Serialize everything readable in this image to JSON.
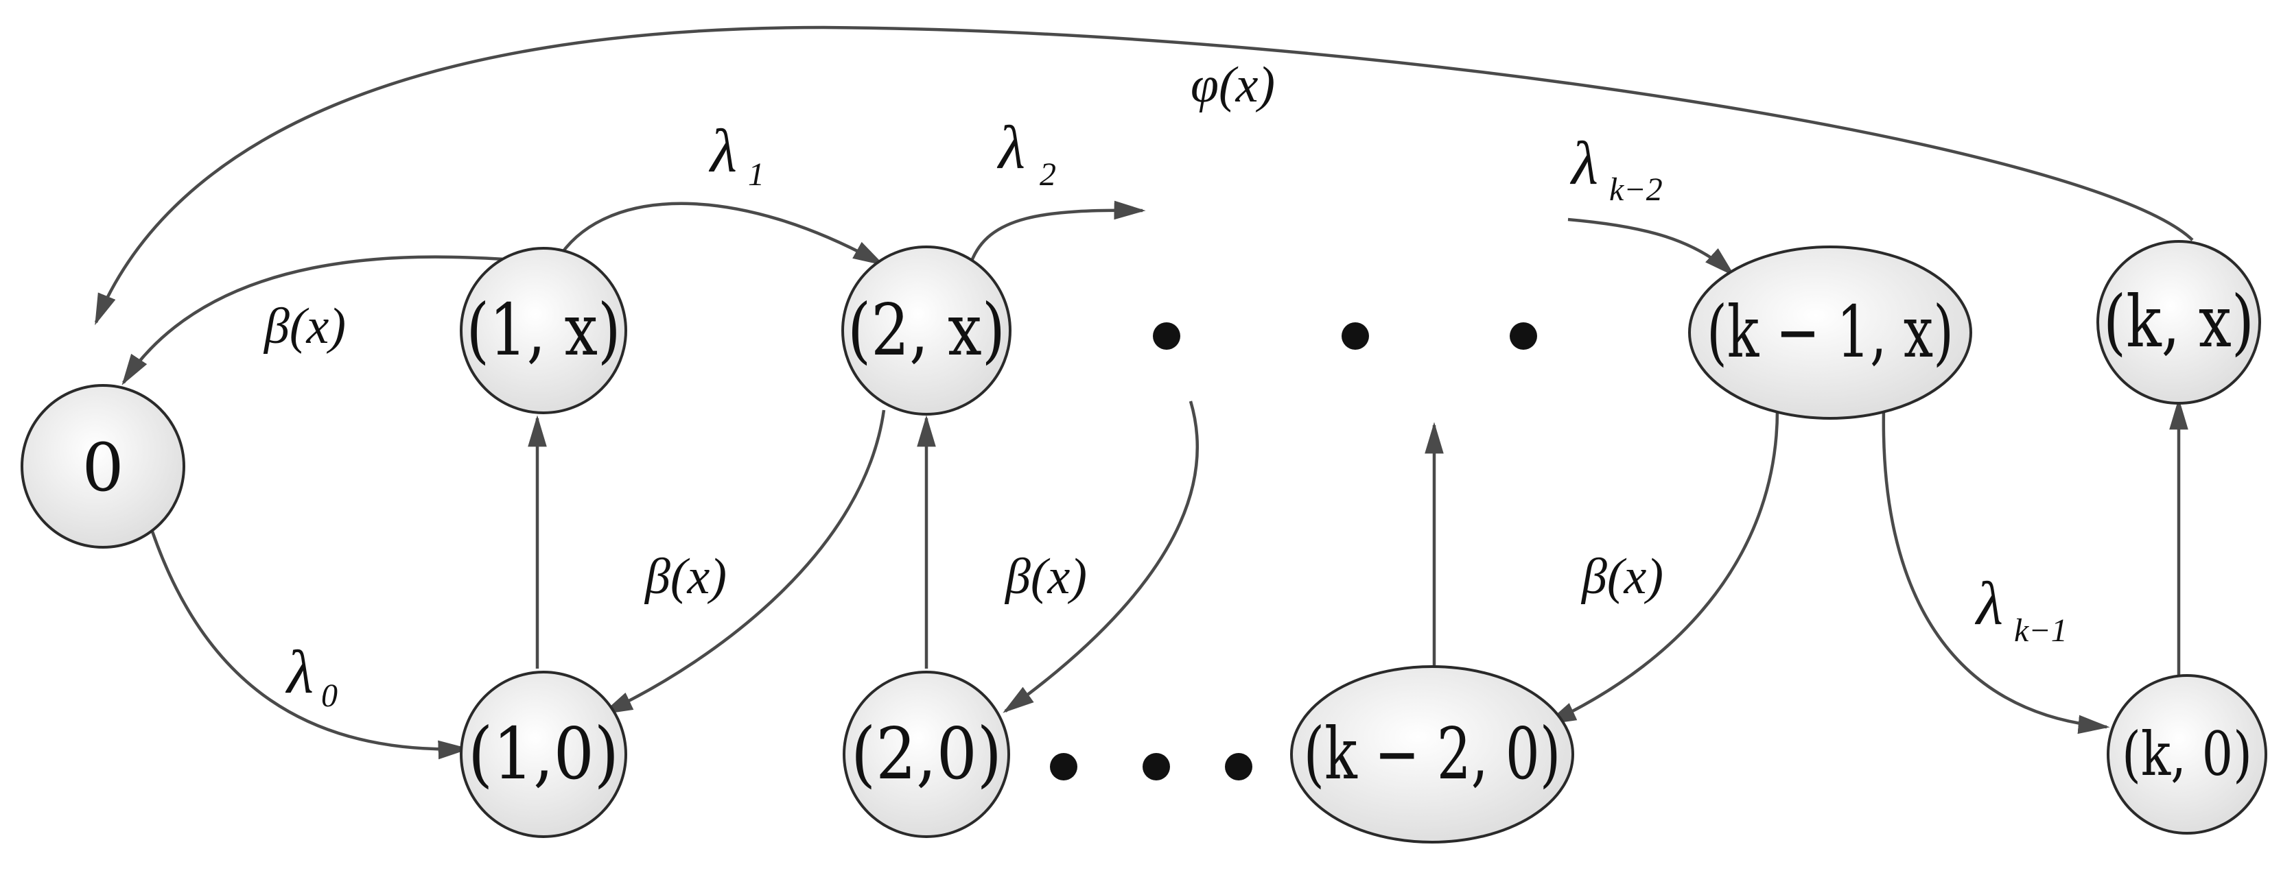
{
  "diagram": {
    "nodes": {
      "n0": "0",
      "n1x": "(1, x)",
      "n2x": "(2, x)",
      "nk1x": "(k − 1, x)",
      "nkx": "(k, x)",
      "n10": "(1,0)",
      "n20": "(2,0)",
      "nk20": "(k − 2, 0)",
      "nk0": "(k, 0)"
    },
    "edge_labels": {
      "phi": "φ(x)",
      "beta_top": "β(x)",
      "beta_1": "β(x)",
      "beta_2": "β(x)",
      "beta_k": "β(x)",
      "lambda0": {
        "sym": "λ",
        "sub": "0"
      },
      "lambda1": {
        "sym": "λ",
        "sub": "1"
      },
      "lambda2": {
        "sym": "λ",
        "sub": "2"
      },
      "lambdak2": {
        "sym": "λ",
        "sub": "k−2"
      },
      "lambdak1": {
        "sym": "λ",
        "sub": "k−1"
      }
    },
    "colors": {
      "node_fill_light": "#ffffff",
      "node_fill_dark": "#dcdcdc",
      "edge": "#4a4a4a",
      "text": "#111111"
    }
  }
}
